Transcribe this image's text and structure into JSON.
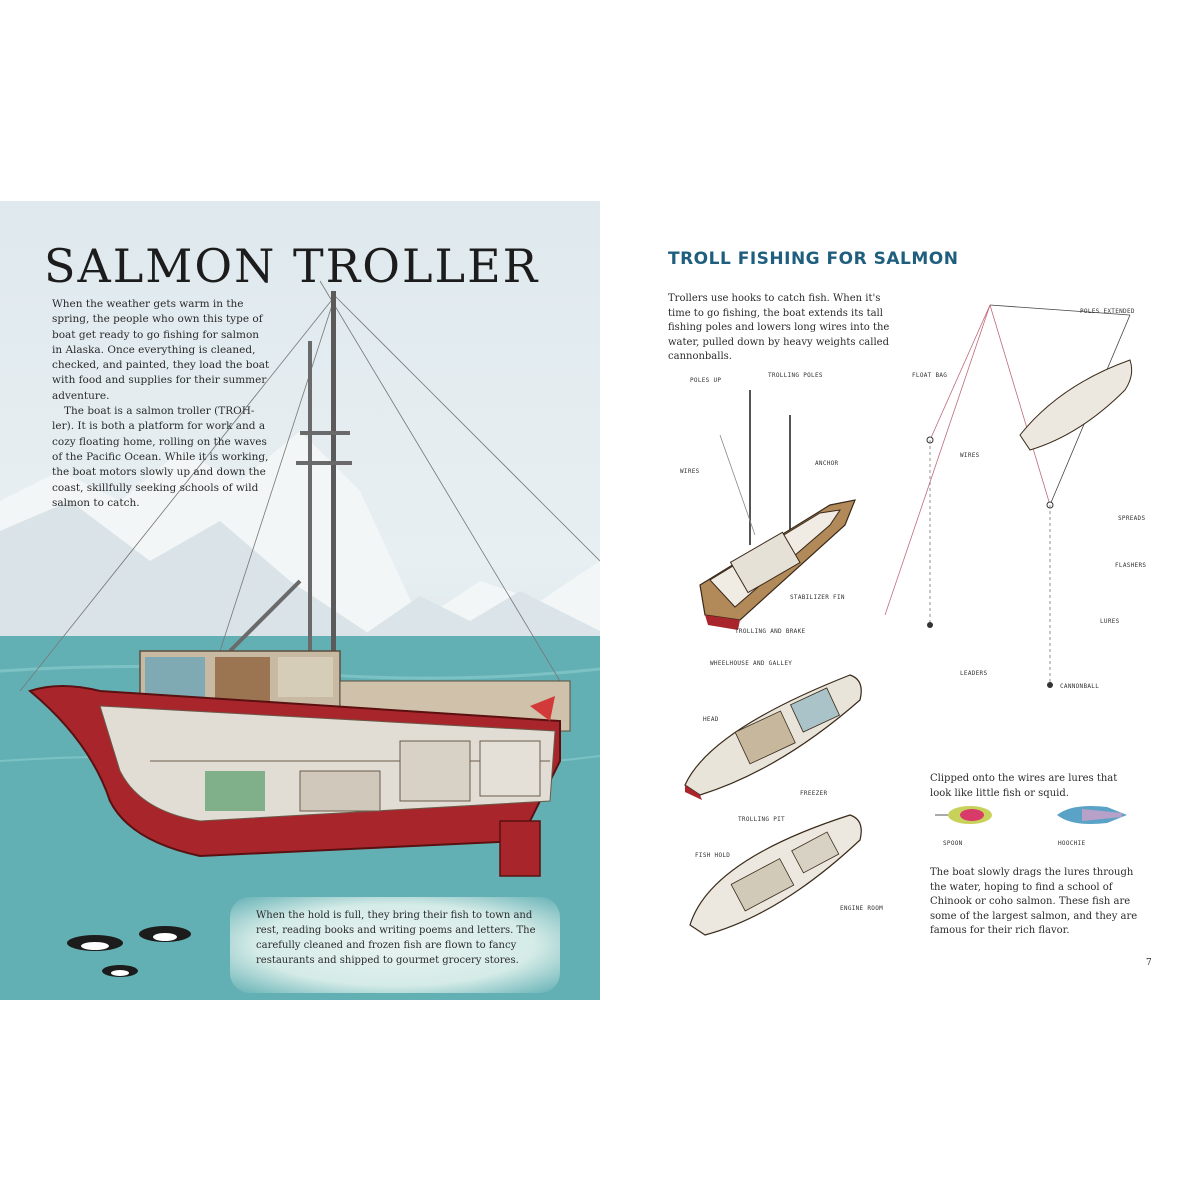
{
  "left_page": {
    "title": "SALMON TROLLER",
    "intro_paragraphs": [
      "When the weather gets warm in the spring, the people who own this type of boat get ready to go fishing for salmon in Alaska. Once everything is cleaned, checked, and painted, they load the boat with food and supplies for their summer adventure.",
      "The boat is a salmon troller (TROH-ler). It is both a platform for work and a cozy floating home, rolling on the waves of the Pacific Ocean. While it is working, the boat motors slowly up and down the coast, skillfully seeking schools of wild salmon to catch."
    ],
    "caption": "When the hold is full, they bring their fish to town and rest, reading books and writing poems and letters. The carefully cleaned and frozen fish are flown to fancy restaurants and shipped to gourmet grocery stores."
  },
  "right_page": {
    "section_title": "TROLL FISHING FOR SALMON",
    "intro": "Trollers use hooks to catch fish. When it's time to go fishing, the boat extends its tall fishing poles and lowers long wires into the water, pulled down by heavy weights called cannonballs.",
    "boat_labels": {
      "poles_up": "POLES UP",
      "trolling_poles": "TROLLING POLES",
      "wires": "WIRES",
      "anchor": "ANCHOR",
      "stabilizer_fin": "STABILIZER FIN",
      "trolling_anchor": "TROLLING AND BRAKE"
    },
    "deck_labels": {
      "wheelhouse": "WHEELHOUSE AND GALLEY",
      "head": "HEAD",
      "trolling_pit": "TROLLING PIT",
      "fish_hold": "FISH HOLD",
      "engine_room": "ENGINE ROOM",
      "freezer": "FREEZER"
    },
    "rig_labels": {
      "poles_extended": "POLES EXTENDED",
      "float_bag": "FLOAT BAG",
      "wires": "WIRES",
      "spreads": "SPREADS",
      "flashers": "FLASHERS",
      "lures": "LURES",
      "leaders": "LEADERS",
      "cannonball": "CANNONBALL"
    },
    "lure_text": "Clipped onto the wires are lures that look like little fish or squid.",
    "lure_labels": [
      "SPOON",
      "HOOCHIE"
    ],
    "drag_text": "The boat slowly drags the lures through the water, hoping to find a school of Chinook or coho salmon. These fish are some of the largest salmon, and they are famous for their rich flavor.",
    "page_number": "7"
  },
  "colors": {
    "hull_red": "#a8262b",
    "water": "#5aa9ae",
    "title_blue": "#1f5f7d"
  }
}
